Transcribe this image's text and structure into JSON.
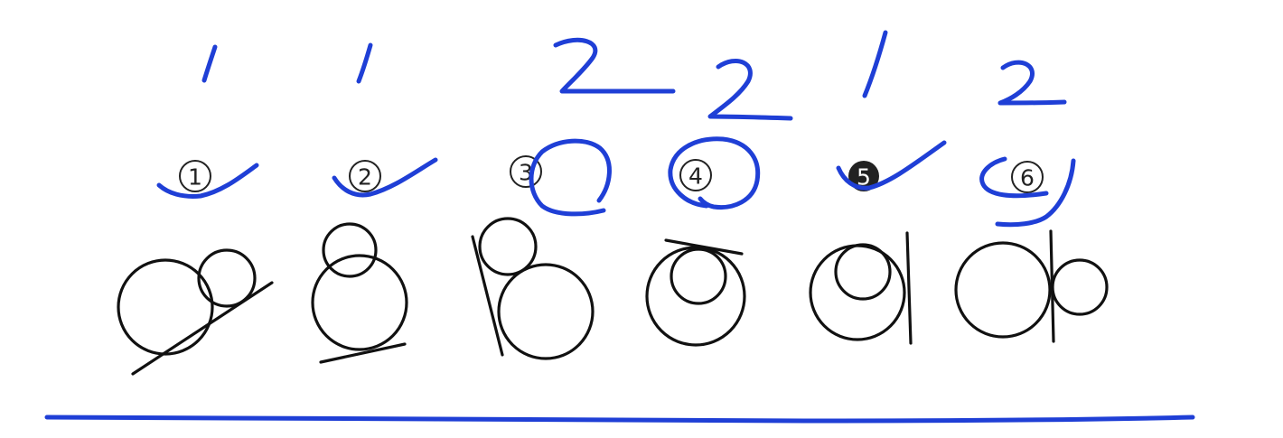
{
  "figures": [
    {
      "label": "1",
      "count": "1",
      "mark": "check"
    },
    {
      "label": "2",
      "count": "1",
      "mark": "check"
    },
    {
      "label": "3",
      "count": "2",
      "mark": "circle"
    },
    {
      "label": "4",
      "count": "2",
      "mark": "circle"
    },
    {
      "label": "5",
      "count": "1",
      "mark": "check"
    },
    {
      "label": "6",
      "count": "2",
      "mark": "bracket"
    }
  ],
  "colors": {
    "handwriting": "#1f3fd6",
    "ink": "#111111",
    "background": "#ffffff"
  }
}
